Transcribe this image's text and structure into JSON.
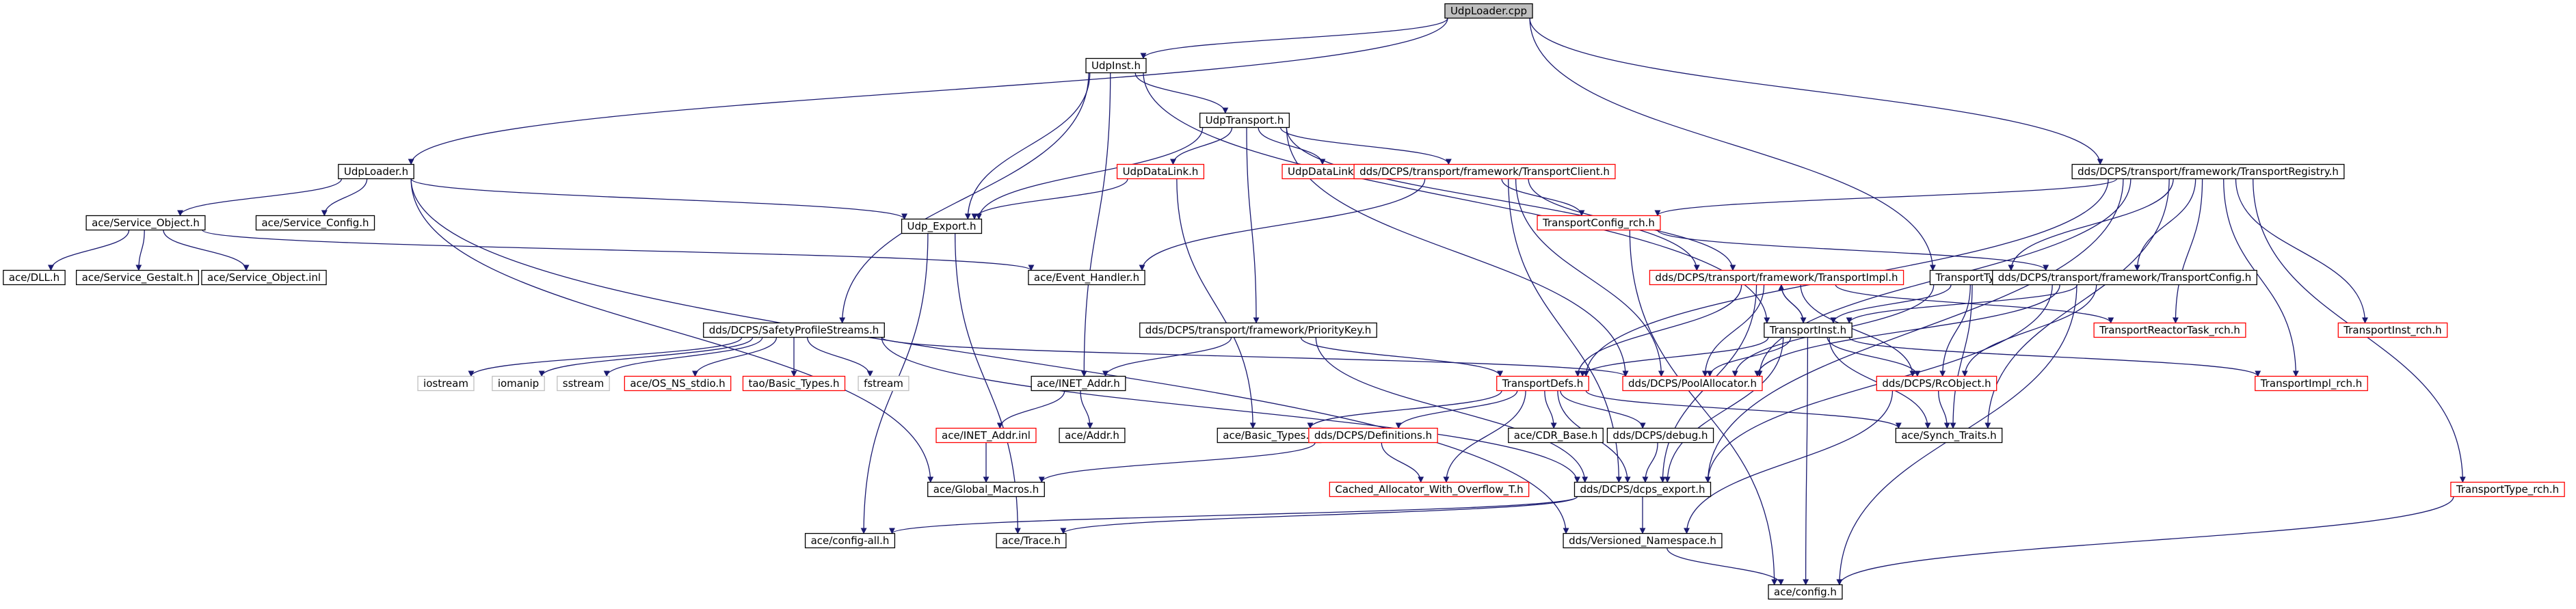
{
  "graph": {
    "colors": {
      "root_fill": "#bfbfbf",
      "node_fill": "#ffffff",
      "normal_border": "#000000",
      "truncated_border": "#ff0000",
      "system_border": "#bfbfbf",
      "edge": "#191970"
    },
    "nodes": [
      {
        "id": "root",
        "label": "UdpLoader.cpp",
        "style": "root"
      },
      {
        "id": "udpinst",
        "label": "UdpInst.h",
        "style": "normal"
      },
      {
        "id": "udptransport",
        "label": "UdpTransport.h",
        "style": "normal"
      },
      {
        "id": "udploader_h",
        "label": "UdpLoader.h",
        "style": "normal"
      },
      {
        "id": "udpdatalink",
        "label": "UdpDataLink.h",
        "style": "truncated"
      },
      {
        "id": "udpdatalink_rch",
        "label": "UdpDataLink_rch.h",
        "style": "truncated"
      },
      {
        "id": "transportclient",
        "label": "dds/DCPS/transport/framework/TransportClient.h",
        "style": "truncated"
      },
      {
        "id": "transportregistry",
        "label": "dds/DCPS/transport/framework/TransportRegistry.h",
        "style": "normal"
      },
      {
        "id": "service_object",
        "label": "ace/Service_Object.h",
        "style": "normal"
      },
      {
        "id": "service_config",
        "label": "ace/Service_Config.h",
        "style": "normal"
      },
      {
        "id": "udp_export",
        "label": "Udp_Export.h",
        "style": "normal"
      },
      {
        "id": "transportconfig_rch",
        "label": "TransportConfig_rch.h",
        "style": "truncated"
      },
      {
        "id": "dll",
        "label": "ace/DLL.h",
        "style": "normal"
      },
      {
        "id": "service_gestalt",
        "label": "ace/Service_Gestalt.h",
        "style": "normal"
      },
      {
        "id": "service_object_inl",
        "label": "ace/Service_Object.inl",
        "style": "normal"
      },
      {
        "id": "event_handler",
        "label": "ace/Event_Handler.h",
        "style": "normal"
      },
      {
        "id": "transporttype",
        "label": "TransportType.h",
        "style": "normal"
      },
      {
        "id": "transportconfig",
        "label": "dds/DCPS/transport/framework/TransportConfig.h",
        "style": "normal"
      },
      {
        "id": "transportimpl",
        "label": "dds/DCPS/transport/framework/TransportImpl.h",
        "style": "truncated"
      },
      {
        "id": "safetyprofile",
        "label": "dds/DCPS/SafetyProfileStreams.h",
        "style": "normal"
      },
      {
        "id": "prioritykey",
        "label": "dds/DCPS/transport/framework/PriorityKey.h",
        "style": "normal"
      },
      {
        "id": "transportinst",
        "label": "TransportInst.h",
        "style": "normal"
      },
      {
        "id": "transportreactortask_rch",
        "label": "TransportReactorTask_rch.h",
        "style": "truncated"
      },
      {
        "id": "transportinst_rch",
        "label": "TransportInst_rch.h",
        "style": "truncated"
      },
      {
        "id": "iostream",
        "label": "iostream",
        "style": "system"
      },
      {
        "id": "iomanip",
        "label": "iomanip",
        "style": "system"
      },
      {
        "id": "sstream",
        "label": "sstream",
        "style": "system"
      },
      {
        "id": "os_ns_stdio",
        "label": "ace/OS_NS_stdio.h",
        "style": "truncated"
      },
      {
        "id": "tao_basic_types",
        "label": "tao/Basic_Types.h",
        "style": "truncated"
      },
      {
        "id": "fstream",
        "label": "fstream",
        "style": "system"
      },
      {
        "id": "inet_addr",
        "label": "ace/INET_Addr.h",
        "style": "normal"
      },
      {
        "id": "transportdefs",
        "label": "TransportDefs.h",
        "style": "truncated"
      },
      {
        "id": "poolallocator",
        "label": "dds/DCPS/PoolAllocator.h",
        "style": "truncated"
      },
      {
        "id": "rcobject",
        "label": "dds/DCPS/RcObject.h",
        "style": "truncated"
      },
      {
        "id": "transportimpl_rch",
        "label": "TransportImpl_rch.h",
        "style": "truncated"
      },
      {
        "id": "inet_addr_inl",
        "label": "ace/INET_Addr.inl",
        "style": "truncated"
      },
      {
        "id": "addr",
        "label": "ace/Addr.h",
        "style": "normal"
      },
      {
        "id": "ace_basic_types",
        "label": "ace/Basic_Types.h",
        "style": "normal"
      },
      {
        "id": "definitions",
        "label": "dds/DCPS/Definitions.h",
        "style": "truncated"
      },
      {
        "id": "cdr_base",
        "label": "ace/CDR_Base.h",
        "style": "normal"
      },
      {
        "id": "debug",
        "label": "dds/DCPS/debug.h",
        "style": "normal"
      },
      {
        "id": "synch_traits",
        "label": "ace/Synch_Traits.h",
        "style": "normal"
      },
      {
        "id": "global_macros",
        "label": "ace/Global_Macros.h",
        "style": "normal"
      },
      {
        "id": "cached_allocator",
        "label": "Cached_Allocator_With_Overflow_T.h",
        "style": "truncated"
      },
      {
        "id": "dcps_export",
        "label": "dds/DCPS/dcps_export.h",
        "style": "normal"
      },
      {
        "id": "transporttype_rch",
        "label": "TransportType_rch.h",
        "style": "truncated"
      },
      {
        "id": "config_all",
        "label": "ace/config-all.h",
        "style": "normal"
      },
      {
        "id": "trace",
        "label": "ace/Trace.h",
        "style": "normal"
      },
      {
        "id": "versioned_namespace",
        "label": "dds/Versioned_Namespace.h",
        "style": "normal"
      },
      {
        "id": "config",
        "label": "ace/config.h",
        "style": "normal"
      }
    ],
    "edges": [
      [
        "root",
        "udpinst"
      ],
      [
        "root",
        "udploader_h"
      ],
      [
        "root",
        "transporttype"
      ],
      [
        "root",
        "transportregistry"
      ],
      [
        "udpinst",
        "udptransport"
      ],
      [
        "udpinst",
        "udp_export"
      ],
      [
        "udpinst",
        "safetyprofile"
      ],
      [
        "udpinst",
        "inet_addr"
      ],
      [
        "udpinst",
        "transportinst"
      ],
      [
        "udptransport",
        "udpdatalink"
      ],
      [
        "udptransport",
        "udpdatalink_rch"
      ],
      [
        "udptransport",
        "transportclient"
      ],
      [
        "udptransport",
        "udp_export"
      ],
      [
        "udptransport",
        "transportimpl"
      ],
      [
        "udptransport",
        "prioritykey"
      ],
      [
        "udptransport",
        "poolallocator"
      ],
      [
        "udploader_h",
        "service_object"
      ],
      [
        "udploader_h",
        "service_config"
      ],
      [
        "udploader_h",
        "udp_export"
      ],
      [
        "udploader_h",
        "global_macros"
      ],
      [
        "udploader_h",
        "versioned_namespace"
      ],
      [
        "udpdatalink",
        "udp_export"
      ],
      [
        "udpdatalink",
        "ace_basic_types"
      ],
      [
        "transportclient",
        "transportconfig_rch"
      ],
      [
        "transportclient",
        "transportimpl"
      ],
      [
        "transportclient",
        "event_handler"
      ],
      [
        "transportclient",
        "dcps_export"
      ],
      [
        "transportclient",
        "poolallocator"
      ],
      [
        "transportregistry",
        "transportconfig_rch"
      ],
      [
        "transportregistry",
        "transporttype"
      ],
      [
        "transportregistry",
        "transportconfig"
      ],
      [
        "transportregistry",
        "transportinst_rch"
      ],
      [
        "transportregistry",
        "transportdefs"
      ],
      [
        "transportregistry",
        "transporttype_rch"
      ],
      [
        "transportregistry",
        "transportreactortask_rch"
      ],
      [
        "transportregistry",
        "transportimpl_rch"
      ],
      [
        "transportregistry",
        "poolallocator"
      ],
      [
        "transportregistry",
        "dcps_export"
      ],
      [
        "transportregistry",
        "synch_traits"
      ],
      [
        "service_object",
        "dll"
      ],
      [
        "service_object",
        "service_gestalt"
      ],
      [
        "service_object",
        "service_object_inl"
      ],
      [
        "service_object",
        "event_handler"
      ],
      [
        "udp_export",
        "config_all"
      ],
      [
        "udp_export",
        "trace"
      ],
      [
        "transportconfig_rch",
        "transportconfig"
      ],
      [
        "transportconfig_rch",
        "config"
      ],
      [
        "transporttype",
        "transportinst"
      ],
      [
        "transporttype",
        "rcobject"
      ],
      [
        "transporttype",
        "poolallocator"
      ],
      [
        "transporttype",
        "synch_traits"
      ],
      [
        "transportconfig",
        "transportinst"
      ],
      [
        "transportconfig",
        "poolallocator"
      ],
      [
        "transportconfig",
        "rcobject"
      ],
      [
        "transportconfig",
        "dcps_export"
      ],
      [
        "transportimpl",
        "transportinst"
      ],
      [
        "transportimpl",
        "transportdefs"
      ],
      [
        "transportimpl",
        "poolallocator"
      ],
      [
        "transportimpl",
        "transportreactortask_rch"
      ],
      [
        "transportimpl",
        "rcobject"
      ],
      [
        "transportimpl",
        "dcps_export"
      ],
      [
        "safetyprofile",
        "iostream"
      ],
      [
        "safetyprofile",
        "iomanip"
      ],
      [
        "safetyprofile",
        "sstream"
      ],
      [
        "safetyprofile",
        "os_ns_stdio"
      ],
      [
        "safetyprofile",
        "tao_basic_types"
      ],
      [
        "safetyprofile",
        "fstream"
      ],
      [
        "safetyprofile",
        "poolallocator"
      ],
      [
        "safetyprofile",
        "dcps_export"
      ],
      [
        "prioritykey",
        "inet_addr"
      ],
      [
        "prioritykey",
        "transportdefs"
      ],
      [
        "prioritykey",
        "dcps_export"
      ],
      [
        "transportinst",
        "transportdefs"
      ],
      [
        "transportinst",
        "transportimpl_rch"
      ],
      [
        "transportinst",
        "poolallocator"
      ],
      [
        "transportinst",
        "rcobject"
      ],
      [
        "transportinst",
        "synch_traits"
      ],
      [
        "transportinst",
        "dcps_export"
      ],
      [
        "transportinst",
        "config"
      ],
      [
        "transportinst",
        "transportimpl"
      ],
      [
        "inet_addr",
        "inet_addr_inl"
      ],
      [
        "inet_addr",
        "addr"
      ],
      [
        "inet_addr_inl",
        "global_macros"
      ],
      [
        "transportdefs",
        "ace_basic_types"
      ],
      [
        "transportdefs",
        "definitions"
      ],
      [
        "transportdefs",
        "cdr_base"
      ],
      [
        "transportdefs",
        "debug"
      ],
      [
        "transportdefs",
        "cached_allocator"
      ],
      [
        "transportdefs",
        "dcps_export"
      ],
      [
        "transportdefs",
        "synch_traits"
      ],
      [
        "definitions",
        "global_macros"
      ],
      [
        "definitions",
        "cached_allocator"
      ],
      [
        "debug",
        "dcps_export"
      ],
      [
        "rcobject",
        "synch_traits"
      ],
      [
        "rcobject",
        "versioned_namespace"
      ],
      [
        "dcps_export",
        "config_all"
      ],
      [
        "dcps_export",
        "trace"
      ],
      [
        "dcps_export",
        "versioned_namespace"
      ],
      [
        "versioned_namespace",
        "config"
      ],
      [
        "transporttype_rch",
        "config"
      ],
      [
        "transportconfig",
        "config"
      ]
    ]
  }
}
